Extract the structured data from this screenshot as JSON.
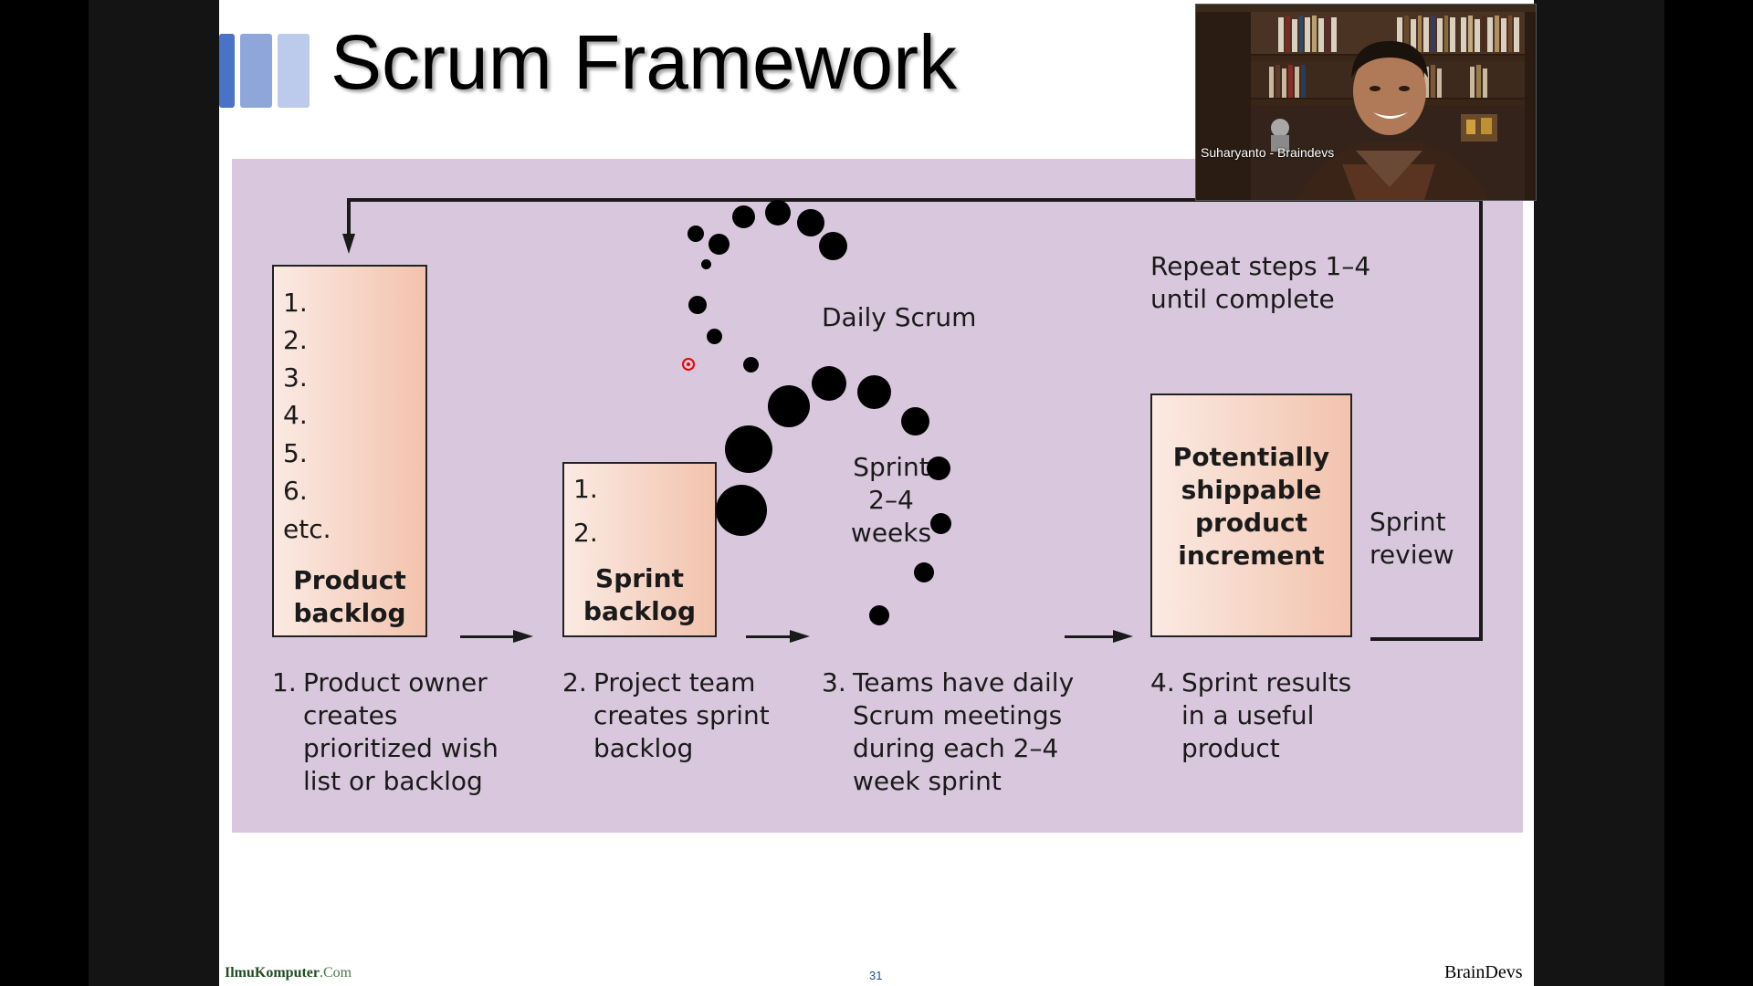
{
  "slide": {
    "title": "Scrum Framework",
    "deco_colors": [
      "#4a72c8",
      "#8fa6db",
      "#bccbec"
    ],
    "panel_color": "#d9c8dd"
  },
  "diagram": {
    "backlog_numbers": [
      "1.",
      "2.",
      "3.",
      "4.",
      "5.",
      "6.",
      "etc."
    ],
    "product_backlog_label": [
      "Product",
      "backlog"
    ],
    "sprint_backlog_numbers": [
      "1.",
      "2."
    ],
    "sprint_backlog_label": [
      "Sprint",
      "backlog"
    ],
    "daily_scrum_label": "Daily Scrum",
    "sprint_duration_label": [
      "Sprint",
      "2–4",
      "weeks"
    ],
    "increment_label": [
      "Potentially",
      "shippable",
      "product",
      "increment"
    ],
    "sprint_review_label": [
      "Sprint",
      "review"
    ],
    "repeat_label": [
      "Repeat steps 1–4",
      "until complete"
    ],
    "steps": [
      {
        "num": "1.",
        "lines": [
          "Product owner",
          "creates",
          "prioritized wish",
          "list or backlog"
        ]
      },
      {
        "num": "2.",
        "lines": [
          "Project team",
          "creates sprint",
          "backlog"
        ]
      },
      {
        "num": "3.",
        "lines": [
          "Teams have daily",
          "Scrum meetings",
          "during each 2–4",
          "week sprint"
        ]
      },
      {
        "num": "4.",
        "lines": [
          "Sprint results",
          "in a useful",
          "product"
        ]
      }
    ]
  },
  "webcam": {
    "name_label": "Suharyanto - Braindevs"
  },
  "footer": {
    "left_brand": "IlmuKomputer",
    "left_suffix": ".Com",
    "page_number": "31",
    "right_brand": "BrainDevs"
  }
}
